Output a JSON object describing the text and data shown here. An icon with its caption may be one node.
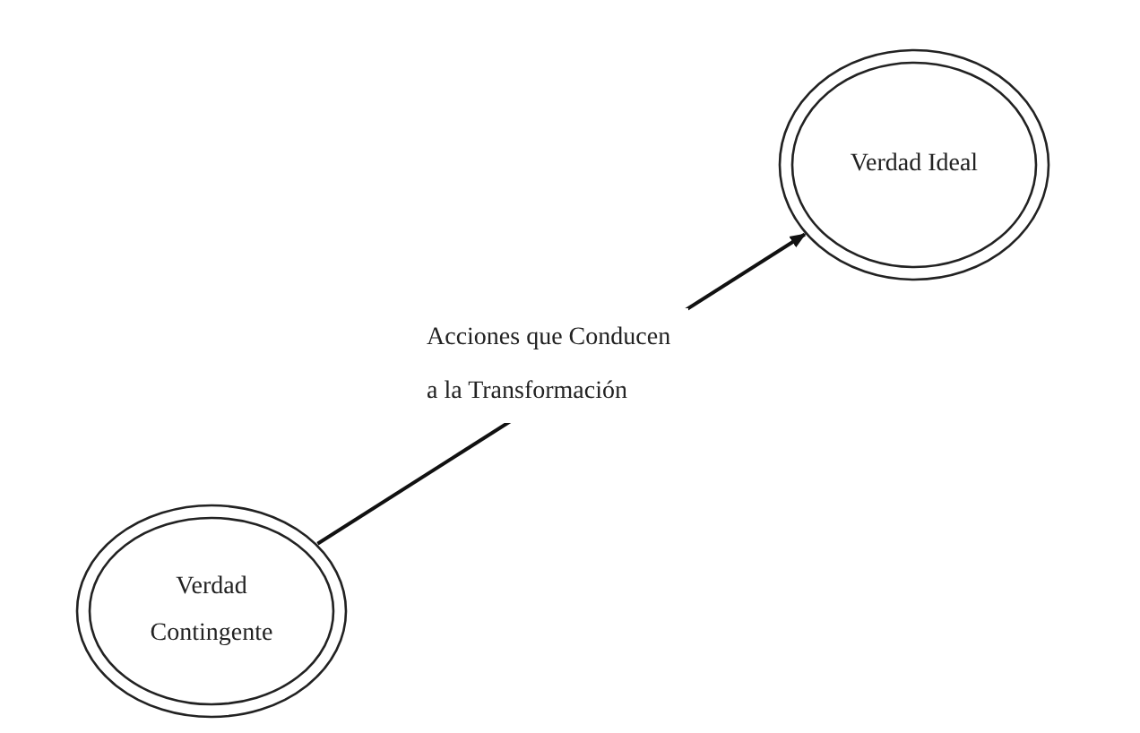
{
  "diagram": {
    "nodes": [
      {
        "text": [
          "Verdad Ideal"
        ]
      },
      {
        "text": [
          "Verdad Contingente"
        ]
      }
    ],
    "edges": [
      {
        "from": 1,
        "to": 0,
        "arrow": "to",
        "label": "Acciones que Conducen a la Transformación"
      }
    ]
  }
}
